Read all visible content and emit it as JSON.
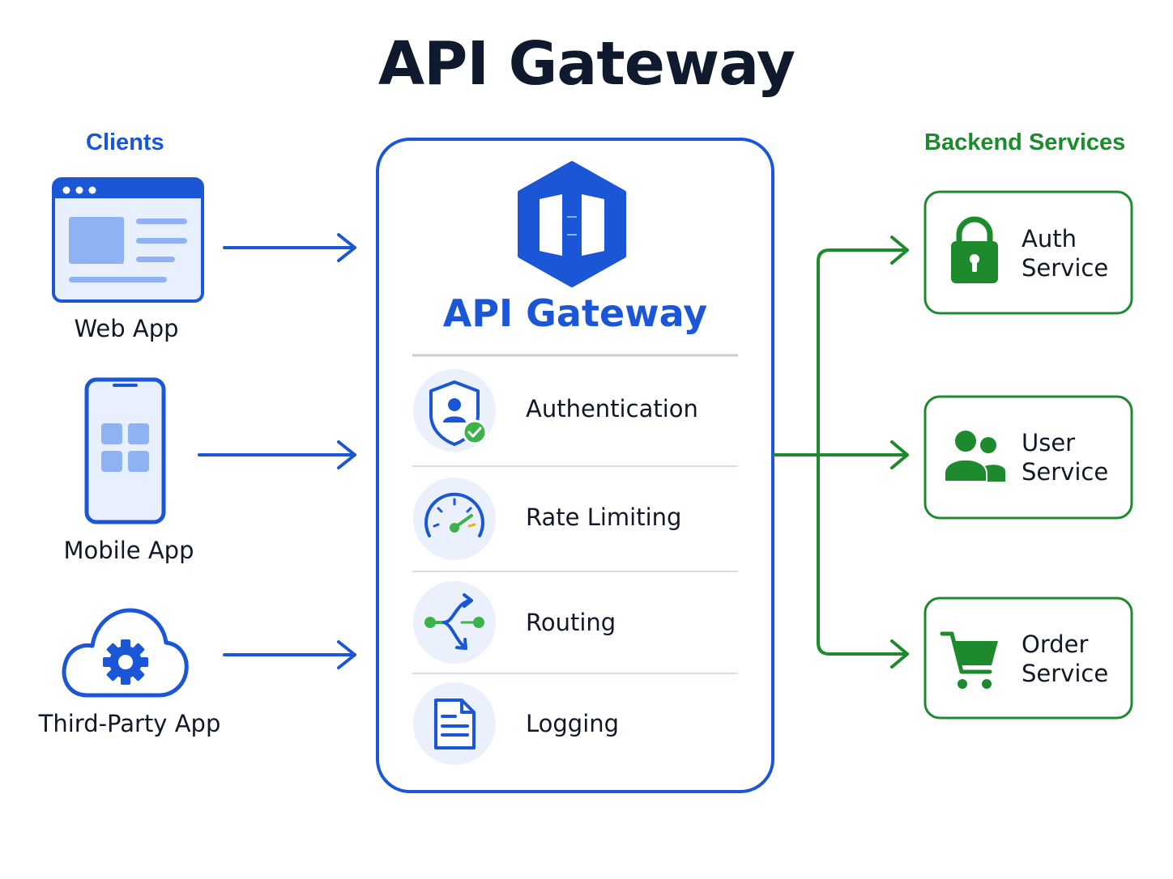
{
  "title": "API Gateway",
  "clients": {
    "heading": "Clients",
    "items": [
      {
        "label": "Web App",
        "icon": "browser-window-icon"
      },
      {
        "label": "Mobile App",
        "icon": "smartphone-icon"
      },
      {
        "label": "Third-Party App",
        "icon": "cloud-gear-icon"
      }
    ]
  },
  "gateway": {
    "title": "API Gateway",
    "icon": "gateway-hexagon-icon",
    "features": [
      {
        "label": "Authentication",
        "icon": "shield-user-check-icon"
      },
      {
        "label": "Rate Limiting",
        "icon": "speedometer-icon"
      },
      {
        "label": "Routing",
        "icon": "routing-arrows-icon"
      },
      {
        "label": "Logging",
        "icon": "document-icon"
      }
    ]
  },
  "backend": {
    "heading": "Backend Services",
    "services": [
      {
        "line1": "Auth",
        "line2": "Service",
        "icon": "padlock-icon"
      },
      {
        "line1": "User",
        "line2": "Service",
        "icon": "users-icon"
      },
      {
        "line1": "Order",
        "line2": "Service",
        "icon": "shopping-cart-icon"
      }
    ]
  },
  "colors": {
    "client_blue": "#1a56d6",
    "backend_green": "#1e8a2e",
    "title_dark": "#0f1a2e"
  }
}
